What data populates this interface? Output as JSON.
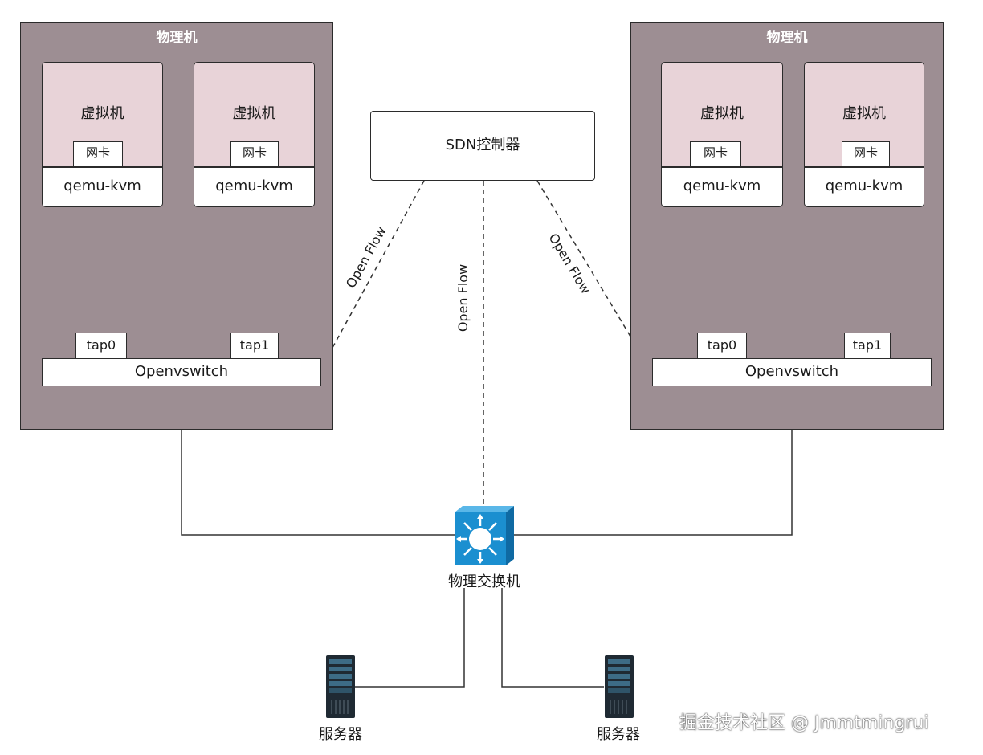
{
  "hosts": [
    {
      "title": "物理机",
      "vms": [
        {
          "label": "虚拟机",
          "nic": "网卡",
          "hypervisor": "qemu-kvm"
        },
        {
          "label": "虚拟机",
          "nic": "网卡",
          "hypervisor": "qemu-kvm"
        }
      ],
      "taps": [
        "tap0",
        "tap1"
      ],
      "switch": "Openvswitch"
    },
    {
      "title": "物理机",
      "vms": [
        {
          "label": "虚拟机",
          "nic": "网卡",
          "hypervisor": "qemu-kvm"
        },
        {
          "label": "虚拟机",
          "nic": "网卡",
          "hypervisor": "qemu-kvm"
        }
      ],
      "taps": [
        "tap0",
        "tap1"
      ],
      "switch": "Openvswitch"
    }
  ],
  "controller": {
    "label": "SDN控制器"
  },
  "openflow_links": [
    "Open Flow",
    "Open Flow",
    "Open Flow"
  ],
  "physical_switch": {
    "label": "物理交换机",
    "icon": "network-switch-icon"
  },
  "servers": [
    {
      "label": "服务器",
      "icon": "server-rack-icon"
    },
    {
      "label": "服务器",
      "icon": "server-rack-icon"
    }
  ],
  "watermark": "掘金技术社区 @ Jmmtmingrui",
  "colors": {
    "host_fill": "#9d8e93",
    "vm_fill": "#e8d3d8",
    "switch_blue": "#1b8fd0"
  }
}
